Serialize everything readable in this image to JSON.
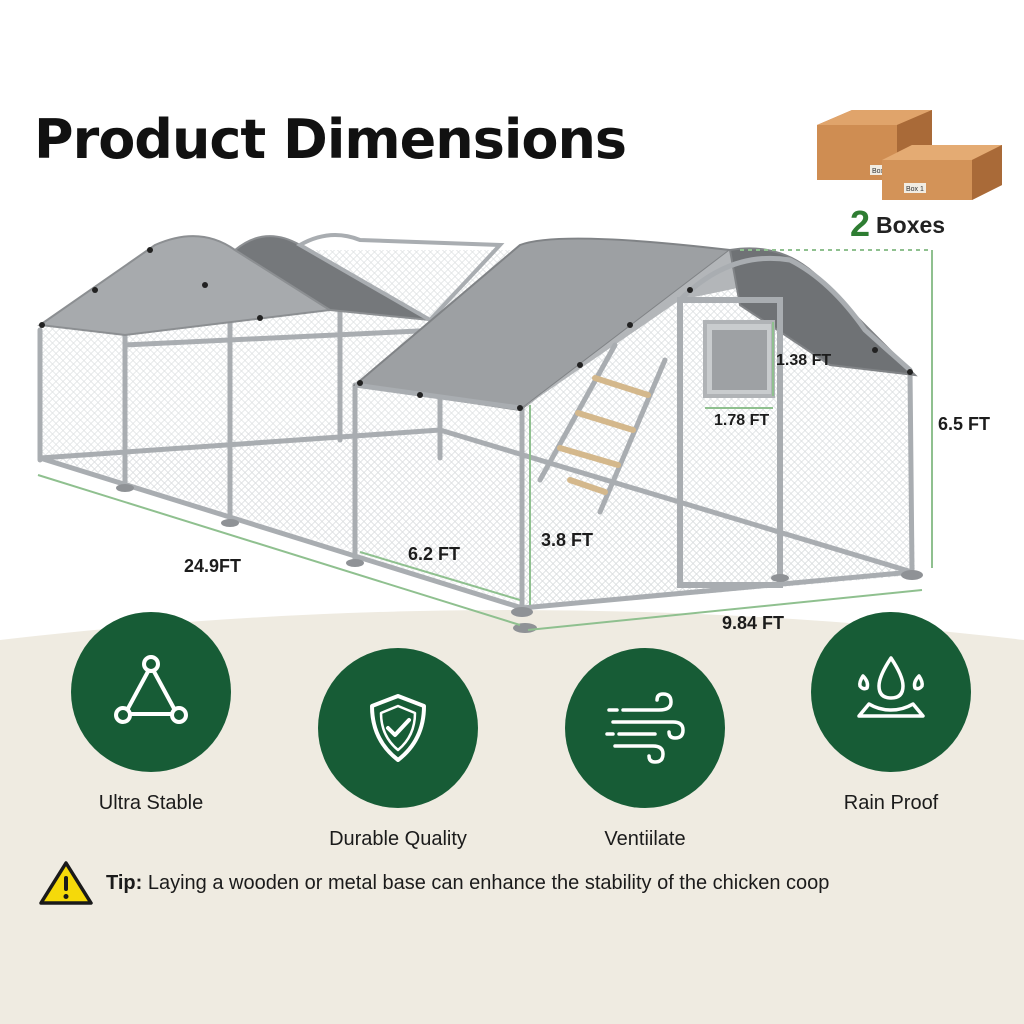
{
  "title": "Product Dimensions",
  "package": {
    "count": "2",
    "label": "Boxes",
    "box_tags": [
      "Box 2",
      "Box 1"
    ]
  },
  "dimensions": {
    "length": "24.9FT",
    "section_length": "6.2 FT",
    "width": "9.84 FT",
    "height": "6.5 FT",
    "door_height": "3.8 FT",
    "window_height": "1.38 FT",
    "window_width": "1.78 FT"
  },
  "features": [
    {
      "icon": "triangle-nodes-icon",
      "label": "Ultra Stable"
    },
    {
      "icon": "shield-check-icon",
      "label": "Durable Quality"
    },
    {
      "icon": "wind-icon",
      "label": "Ventiilate"
    },
    {
      "icon": "water-drops-icon",
      "label": "Rain Proof"
    }
  ],
  "tip": {
    "label": "Tip:",
    "text": " Laying a wooden or metal base can enhance the stability of the chicken coop"
  },
  "colors": {
    "accent_green": "#175c36",
    "boxes_green": "#2e7d32",
    "cream": "#efebe1",
    "warning_yellow": "#f5d90a"
  }
}
